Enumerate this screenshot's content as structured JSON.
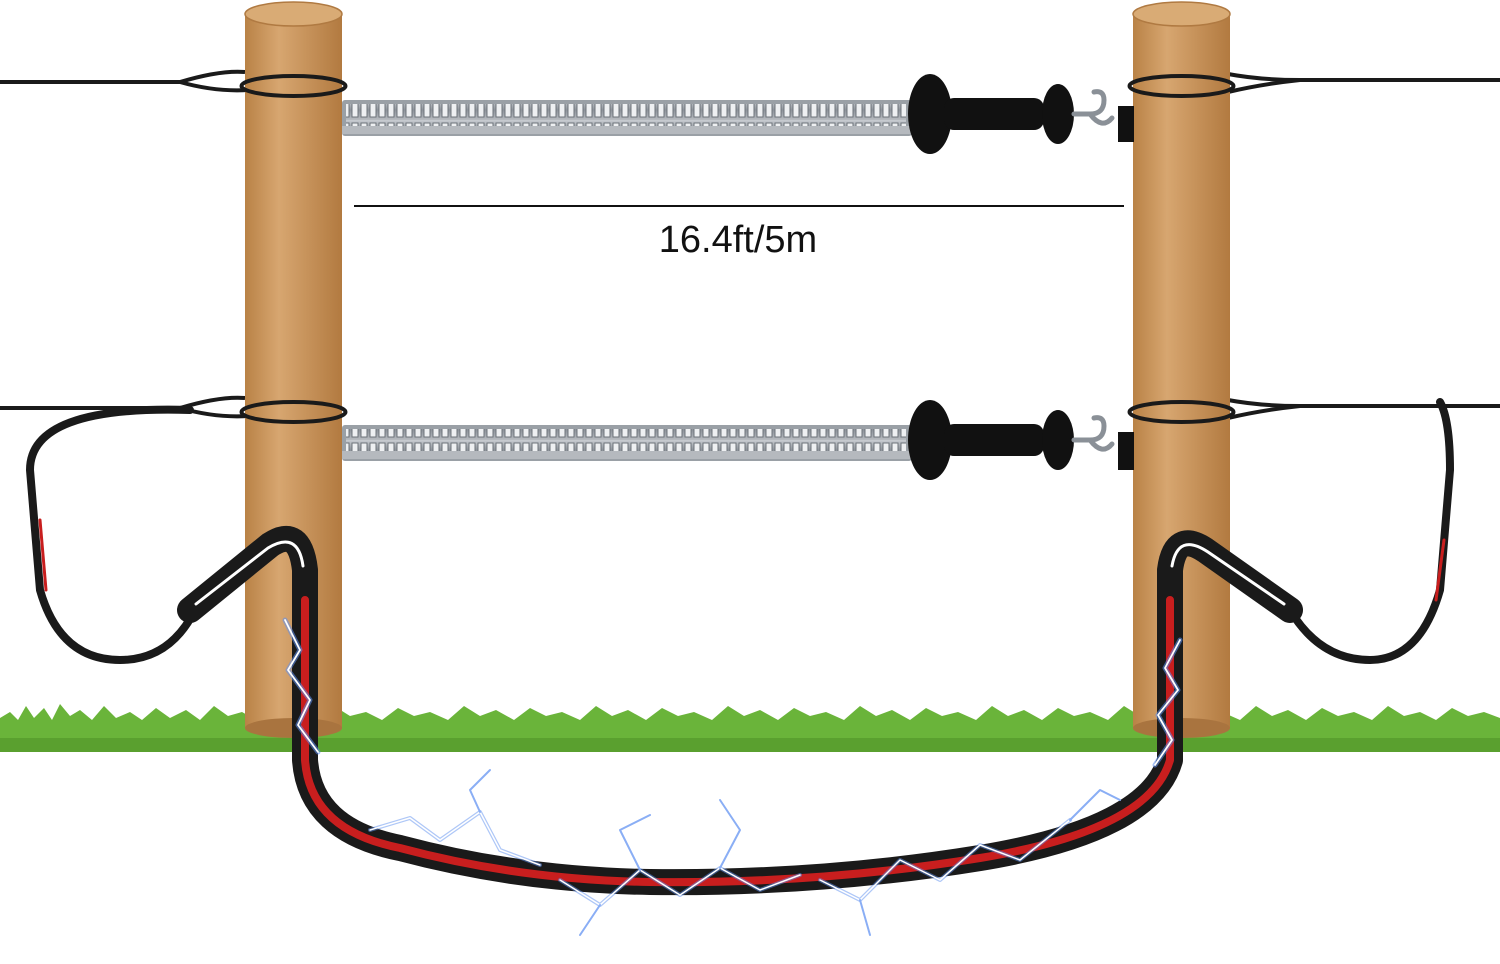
{
  "dimension": {
    "label": "16.4ft/5m"
  },
  "colors": {
    "post": "#c9935c",
    "post_shadow": "#a9743f",
    "wire": "#1a1a1a",
    "cable_red": "#c81e1e",
    "grass": "#6ab43a",
    "spring": "#9ea4ab",
    "handle": "#111111",
    "spark": "#5e8ff0"
  },
  "icons": {
    "spark": "lightning-bolt",
    "hook": "gate-hook"
  }
}
